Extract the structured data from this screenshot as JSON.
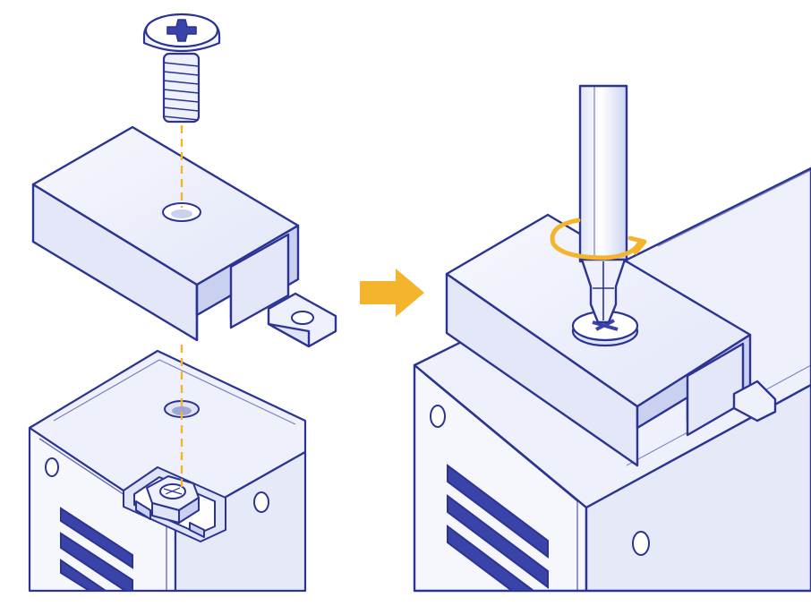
{
  "diagram": {
    "kind": "two-step assembly illustration",
    "steps": [
      {
        "id": "step-1",
        "parts": [
          "screw",
          "bracket",
          "cage-nut",
          "chassis"
        ]
      },
      {
        "id": "step-2",
        "parts": [
          "screwdriver",
          "bracket",
          "screw-head",
          "chassis"
        ]
      }
    ],
    "connector": "arrow"
  },
  "colors": {
    "outline": "#2b3393",
    "face_light": "#f3f5fd",
    "face_mid": "#e3e7f8",
    "face_dark": "#c9d0f0",
    "vent": "#3a44a8",
    "accent": "#f4b52c",
    "background": "#ffffff"
  },
  "icons": [
    "phillips-screw-icon",
    "screwdriver-icon",
    "rotation-arrow-icon",
    "step-arrow-icon",
    "cage-nut-icon"
  ]
}
